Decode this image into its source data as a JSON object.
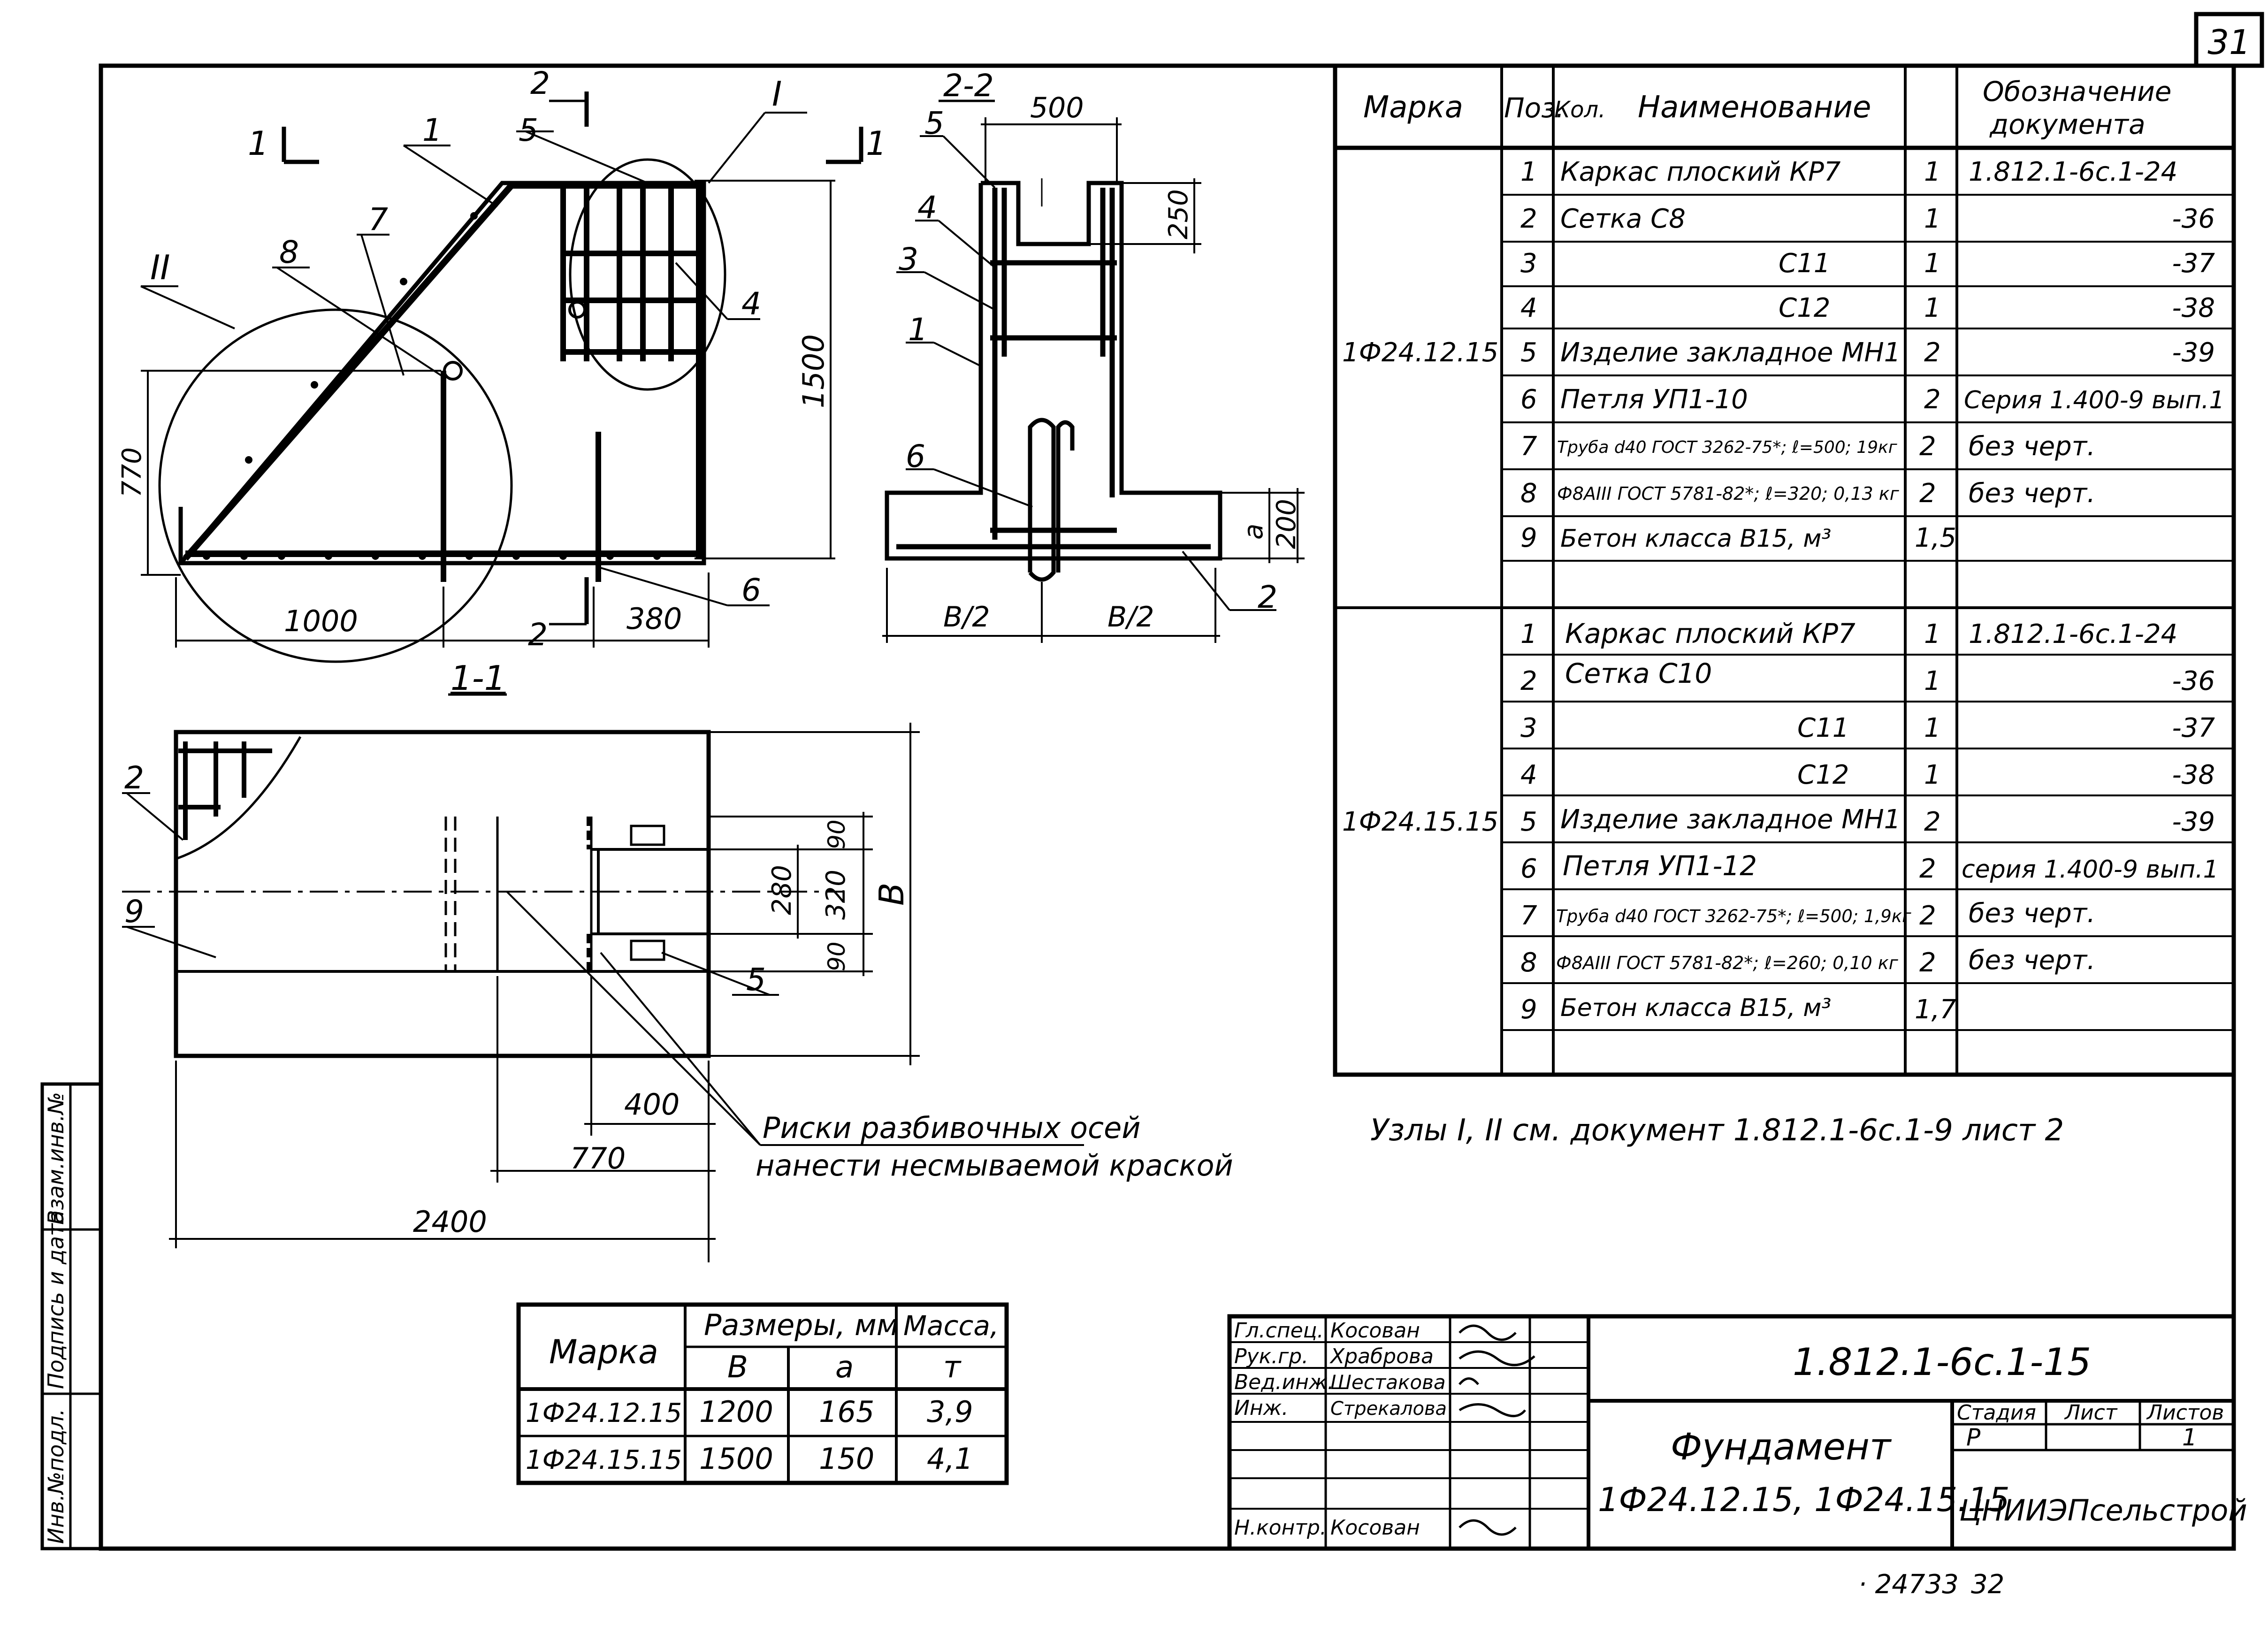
{
  "sheet": {
    "number": "31",
    "footer_code": "· 24733",
    "footer_sheet": "32"
  },
  "section11": {
    "title": "1-1",
    "cut1": "1",
    "cut1b": "1",
    "cut2": "2",
    "cut2b": "2",
    "node1": "I",
    "node2": "II",
    "positions": [
      "1",
      "5",
      "7",
      "8",
      "4",
      "6"
    ],
    "dim_height": "1500",
    "dim_side": "770",
    "dim_bottom_left": "1000",
    "dim_bottom_right": "380"
  },
  "section22": {
    "title": "2-2",
    "dim_top": "500",
    "dim_socket": "250",
    "dim_base": "200",
    "dim_a": "a",
    "half_left": "B/2",
    "half_right": "B/2",
    "positions": [
      "5",
      "4",
      "3",
      "1",
      "6",
      "2"
    ]
  },
  "plan": {
    "pos2": "2",
    "pos9": "9",
    "pos5": "5",
    "dim280": "280",
    "dim320": "320",
    "dim90a": "90",
    "dim90b": "90",
    "dimB": "B",
    "dim400": "400",
    "dim770": "770",
    "dim2400": "2400",
    "note_line1": "Риски разбивочных осей",
    "note_line2": "нанести несмываемой краской"
  },
  "spec": {
    "headers": {
      "mark": "Марка",
      "pos": "Поз.",
      "name": "Наименование",
      "qty": "Кол.",
      "doc_line1": "Обозначение",
      "doc_line2": "документа"
    },
    "groups": [
      {
        "mark": "1Ф24.12.15",
        "rows": [
          {
            "pos": "1",
            "name": "Каркас плоский КР7",
            "qty": "1",
            "doc": "1.812.1-6с.1-24"
          },
          {
            "pos": "2",
            "name": "Сетка С8",
            "qty": "1",
            "doc": "-36"
          },
          {
            "pos": "3",
            "name": "С11",
            "qty": "1",
            "doc": "-37"
          },
          {
            "pos": "4",
            "name": "С12",
            "qty": "1",
            "doc": "-38"
          },
          {
            "pos": "5",
            "name": "Изделие закладное МН1",
            "qty": "2",
            "doc": "-39"
          },
          {
            "pos": "6",
            "name": "Петля УП1-10",
            "qty": "2",
            "doc": "Серия 1.400-9 вып.1"
          },
          {
            "pos": "7",
            "name": "Труба d40 ГОСТ 3262-75*; ℓ=500; 19кг",
            "qty": "2",
            "doc": "без черт."
          },
          {
            "pos": "8",
            "name": "Ф8АIII ГОСТ 5781-82*; ℓ=320; 0,13 кг",
            "qty": "2",
            "doc": "без черт."
          },
          {
            "pos": "9",
            "name": "Бетон класса В15, м³",
            "qty": "1,5",
            "doc": ""
          }
        ]
      },
      {
        "mark": "1Ф24.15.15",
        "rows": [
          {
            "pos": "1",
            "name": "Каркас плоский КР7",
            "qty": "1",
            "doc": "1.812.1-6с.1-24"
          },
          {
            "pos": "2",
            "name": "Сетка С10",
            "qty": "1",
            "doc": "-36"
          },
          {
            "pos": "3",
            "name": "С11",
            "qty": "1",
            "doc": "-37"
          },
          {
            "pos": "4",
            "name": "С12",
            "qty": "1",
            "doc": "-38"
          },
          {
            "pos": "5",
            "name": "Изделие закладное МН1",
            "qty": "2",
            "doc": "-39"
          },
          {
            "pos": "6",
            "name": "Петля УП1-12",
            "qty": "2",
            "doc": "серия 1.400-9 вып.1"
          },
          {
            "pos": "7",
            "name": "Труба d40 ГОСТ 3262-75*; ℓ=500; 1,9кг",
            "qty": "2",
            "doc": "без черт."
          },
          {
            "pos": "8",
            "name": "Ф8АIII ГОСТ 5781-82*; ℓ=260; 0,10 кг",
            "qty": "2",
            "doc": "без черт."
          },
          {
            "pos": "9",
            "name": "Бетон класса В15, м³",
            "qty": "1,7",
            "doc": ""
          }
        ]
      }
    ]
  },
  "nodes_note": "Узлы I, II см. документ 1.812.1-6с.1-9 лист 2",
  "sizes_table": {
    "h_mark": "Марка",
    "h_sizes": "Размеры, мм",
    "h_mass": "Масса,",
    "h_B": "В",
    "h_a": "а",
    "h_t": "т",
    "rows": [
      {
        "mark": "1Ф24.12.15",
        "B": "1200",
        "a": "165",
        "mass": "3,9"
      },
      {
        "mark": "1Ф24.15.15",
        "B": "1500",
        "a": "150",
        "mass": "4,1"
      }
    ]
  },
  "side_stamp": {
    "c1": "Инв.№подл.",
    "c2": "Подпись и дата",
    "c3": "Взам.инв.№"
  },
  "title_block": {
    "code": "1.812.1-6с.1-15",
    "name1": "Фундамент",
    "name2": "1Ф24.12.15, 1Ф24.15.15",
    "org": "ЦНИИЭПсельстрой",
    "stage_h": "Стадия",
    "sheet_h": "Лист",
    "sheets_h": "Листов",
    "stage": "Р",
    "sheet": "",
    "sheets": "1",
    "roles": [
      {
        "role": "Гл.спец.",
        "name": "Косован"
      },
      {
        "role": "Рук.гр.",
        "name": "Храброва"
      },
      {
        "role": "Вед.инж.",
        "name": "Шестакова"
      },
      {
        "role": "Инж.",
        "name": "Стрекалова"
      },
      {
        "role": "",
        "name": ""
      },
      {
        "role": "",
        "name": ""
      },
      {
        "role": "",
        "name": ""
      },
      {
        "role": "Н.контр.",
        "name": "Косован"
      }
    ]
  }
}
